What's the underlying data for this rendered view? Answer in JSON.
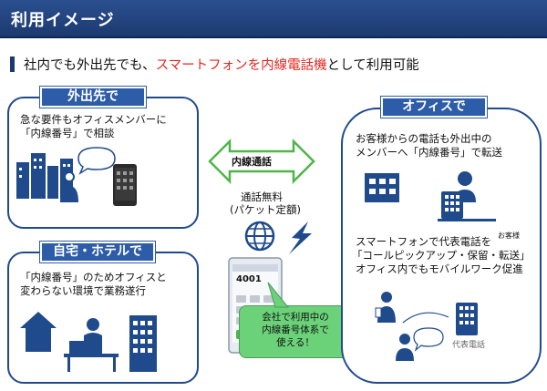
{
  "header": {
    "title": "利用イメージ"
  },
  "subhead": {
    "prefix": "社内でも外出先でも、",
    "highlight": "スマートフォンを内線電話機",
    "suffix": "として利用可能"
  },
  "outside": {
    "label": "外出先で",
    "line1": "急な要件もオフィスメンバーに",
    "line2": "「内線番号」で相談"
  },
  "home": {
    "label": "自宅・ホテルで",
    "line1": "「内線番号」のためオフィスと",
    "line2": "変わらない環境で業務遂行"
  },
  "center": {
    "arrow_label": "内線通話",
    "free_line1": "通話無料",
    "free_line2": "(パケット定額)",
    "phone_number": "4001",
    "note_line1": "会社で利用中の",
    "note_line2": "内線番号体系で",
    "note_line3": "使える！"
  },
  "office": {
    "label": "オフィスで",
    "line1": "お客様からの電話も外出中の",
    "line2": "メンバーへ「内線番号」で転送",
    "line3": "スマートフォンで代表電話を",
    "small_label": "お客様",
    "line4": "「コールピックアップ・保留・転送」",
    "line5": "オフィス内でもモバイルワーク促進",
    "rep_phone_label": "代表電話"
  },
  "colors": {
    "navy": "#1c3a70",
    "panel_blue": "#2d5ca8",
    "accent_red": "#e5261f",
    "arrow_green": "#4fb548",
    "note_green": "#6bd27a"
  }
}
